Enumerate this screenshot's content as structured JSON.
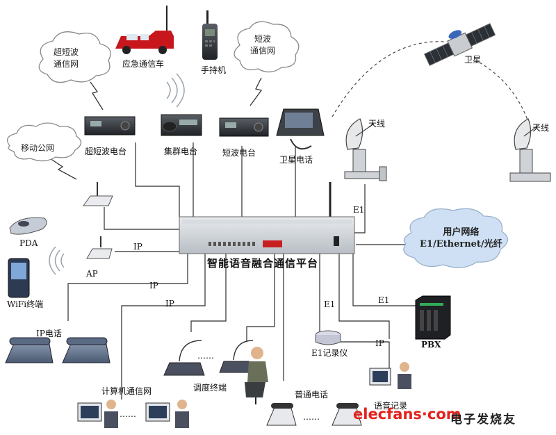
{
  "center": {
    "title": "智能语音融合通信平台"
  },
  "clouds": {
    "uhf_net": [
      "超短波",
      "通信网"
    ],
    "hf_net": [
      "短波",
      "通信网"
    ],
    "mobile_net": "移动公网",
    "user_net": [
      "用户网络",
      "E1/Ethernet/光纤"
    ]
  },
  "devices": {
    "vehicle": "应急通信车",
    "handheld": "手持机",
    "satellite": "卫星",
    "antenna_left": "天线",
    "antenna_right": "天线",
    "uhf_radio": "超短波电台",
    "trunk_radio": "集群电台",
    "hf_radio": "短波电台",
    "sat_phone": "卫星电话",
    "pda": "PDA",
    "ap": "AP",
    "wifi": "WiFi终端",
    "ip_phone": "IP电话",
    "dispatch": "调度终端",
    "computer_net": "计算机通信网",
    "normal_phone": "普通电话",
    "e1_recorder": "E1记录仪",
    "pbx": "PBX",
    "voice_recorder": "语音记录"
  },
  "links": {
    "ip_ap": "IP",
    "ip_phone": "IP",
    "ip_pc": "IP",
    "e1_antenna": "E1",
    "e1_recorder": "E1",
    "e1_pbx": "E1",
    "ip_voice": "IP"
  },
  "dots": "……",
  "watermark": {
    "brand": "elecfans·com",
    "cn": "电子发烧友"
  },
  "colors": {
    "line": "#2b2b2b",
    "cloud": "#ffffff",
    "user_cloud": "#cfe0f4",
    "watermark": "#e2221d"
  }
}
